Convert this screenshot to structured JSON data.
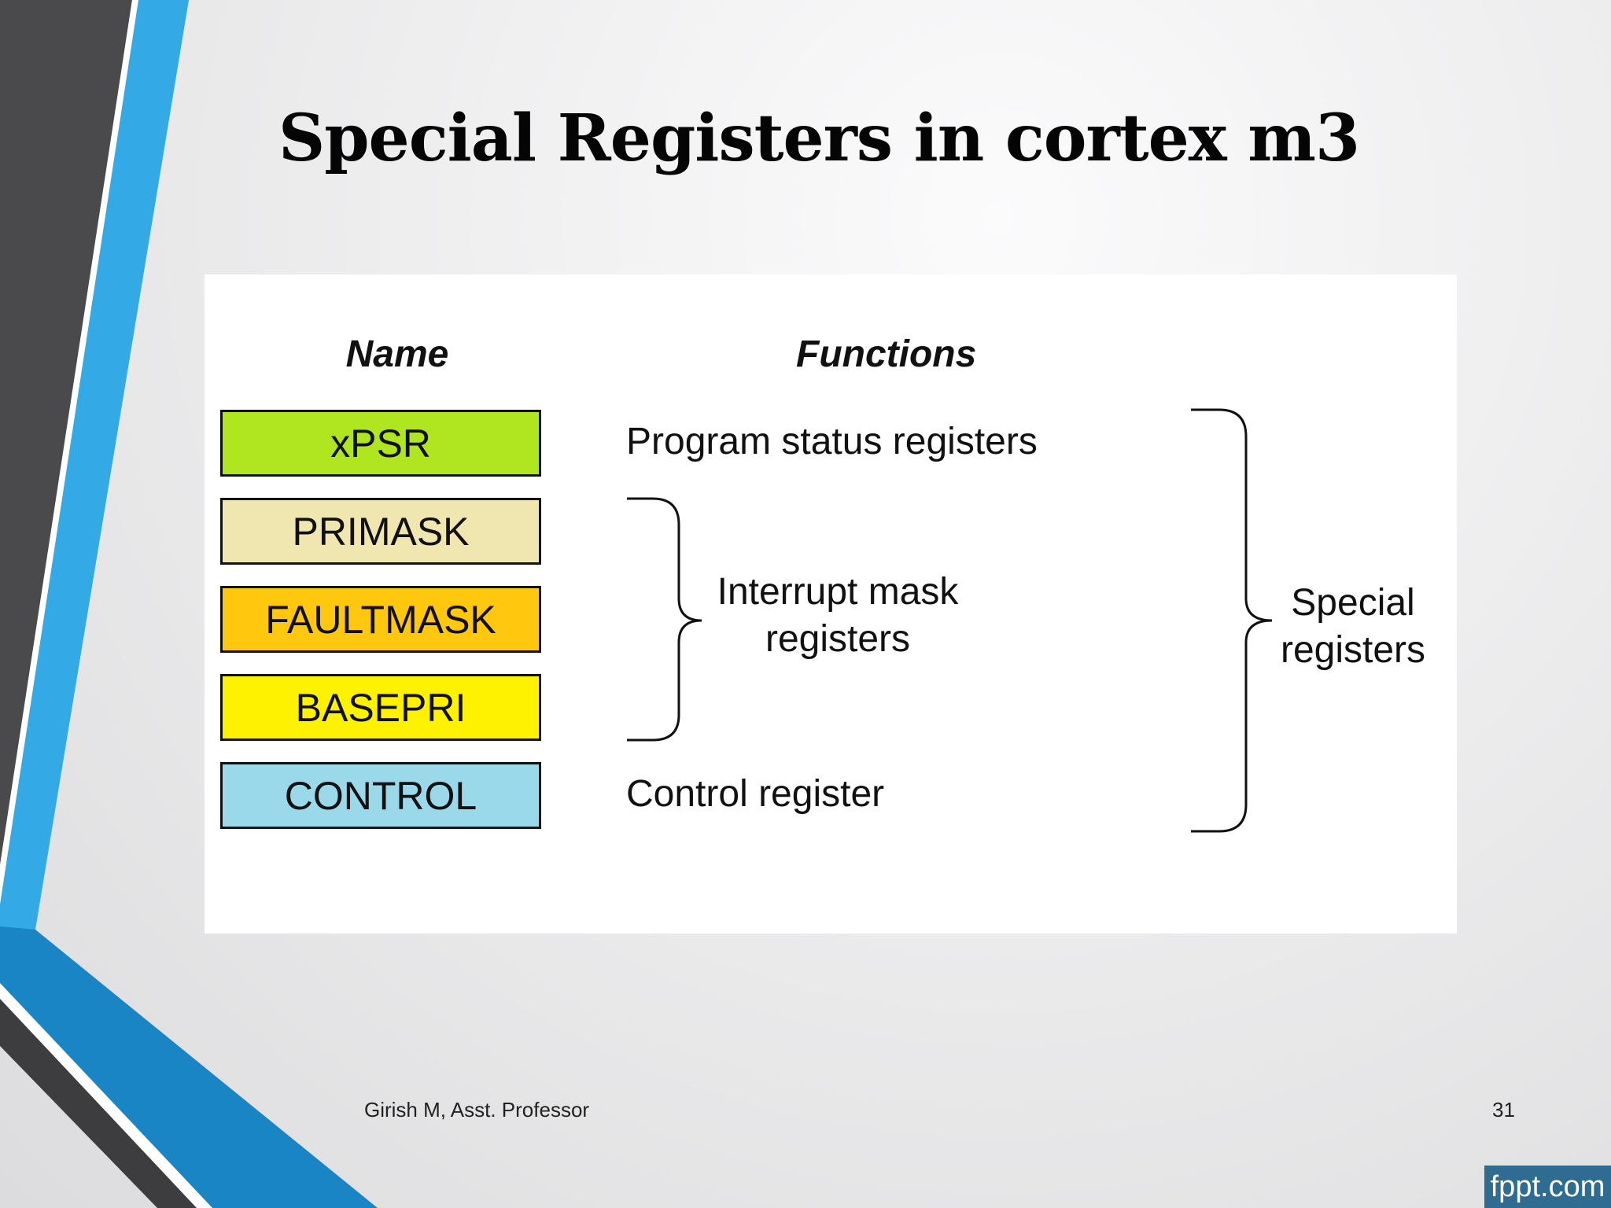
{
  "slide": {
    "title": "Special Registers in cortex m3",
    "footer": "Girish M, Asst. Professor",
    "page_number": "31",
    "watermark": "fppt.com"
  },
  "diagram": {
    "name_header": "Name",
    "functions_header": "Functions",
    "registers": [
      {
        "label": "xPSR",
        "color": "#b0e620"
      },
      {
        "label": "PRIMASK",
        "color": "#f0e6b0"
      },
      {
        "label": "FAULTMASK",
        "color": "#ffc70d"
      },
      {
        "label": "BASEPRI",
        "color": "#fff200"
      },
      {
        "label": "CONTROL",
        "color": "#99d9ea"
      }
    ],
    "functions": {
      "program_status": "Program status registers",
      "interrupt_mask_line1": "Interrupt mask",
      "interrupt_mask_line2": "registers",
      "control": "Control register",
      "special_line1": "Special",
      "special_line2": "registers"
    }
  },
  "theme": {
    "accent_blue": "#33a9e6",
    "dark_stripe": "#3d3d3f"
  }
}
